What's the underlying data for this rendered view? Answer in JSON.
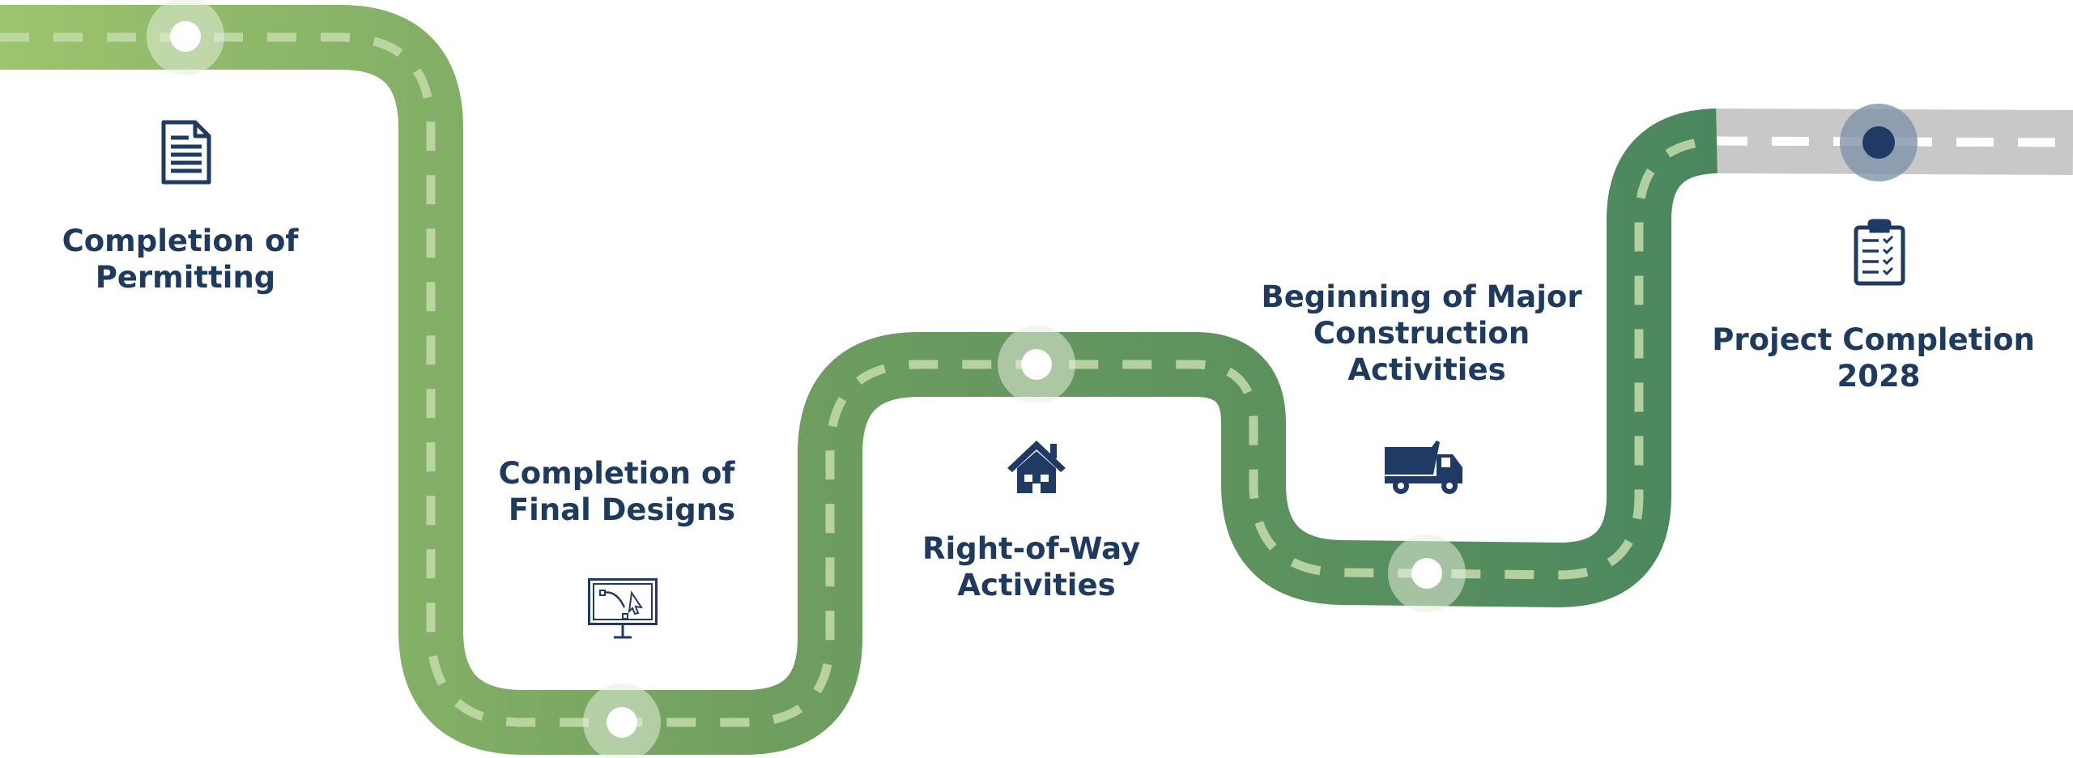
{
  "colors": {
    "road_start": "#9dc46e",
    "road_mid": "#6f9e5f",
    "road_end": "#4b875e",
    "road_future": "#c8c8c8",
    "dash_light": "#c4dcaa",
    "dash_future": "#ffffff",
    "waypoint_ring": "#e6efdd",
    "waypoint_center": "#ffffff",
    "final_ring": "#7f93aa",
    "final_center": "#1f3a64",
    "label": "#1f3a5f",
    "icon": "#1f3a64"
  },
  "milestones": [
    {
      "icon": "document-icon",
      "lines": [
        "Completion of",
        "Permitting"
      ]
    },
    {
      "icon": "monitor-design-icon",
      "lines": [
        "Completion of",
        "Final Designs"
      ]
    },
    {
      "icon": "house-icon",
      "lines": [
        "Right-of-Way",
        "Activities"
      ]
    },
    {
      "icon": "dump-truck-icon",
      "lines": [
        "Beginning of Major",
        "Construction",
        "Activities"
      ]
    },
    {
      "icon": "clipboard-checklist-icon",
      "lines": [
        "Project Completion",
        "2028"
      ]
    }
  ]
}
